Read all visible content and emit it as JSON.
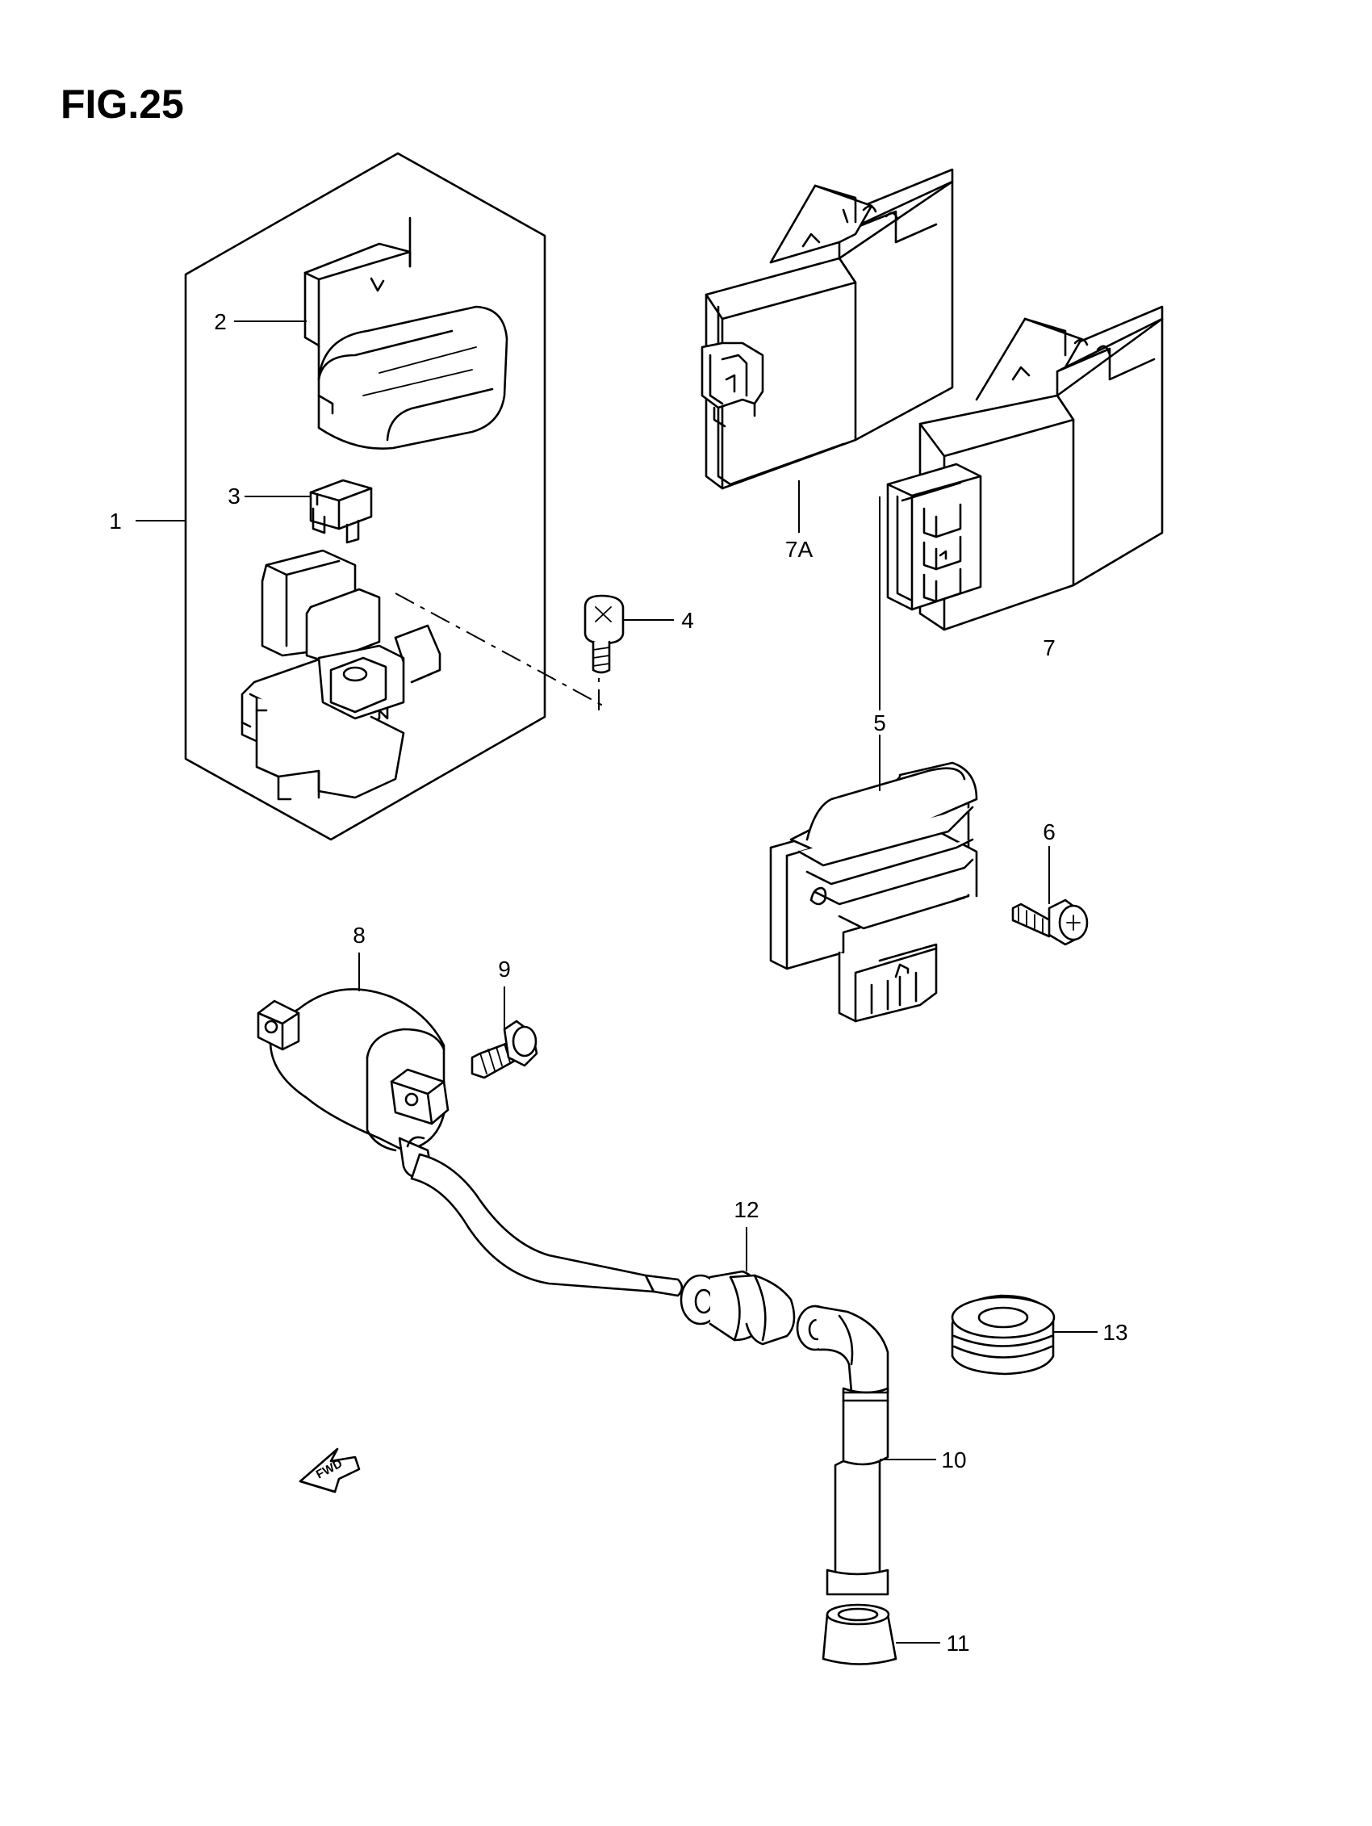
{
  "figure": {
    "title": "FIG.25"
  },
  "callouts": {
    "c1": "1",
    "c2": "2",
    "c3": "3",
    "c4": "4",
    "c5": "5",
    "c6": "6",
    "c7": "7",
    "c7a": "7A",
    "c8": "8",
    "c9": "9",
    "c10": "10",
    "c11": "11",
    "c12": "12",
    "c13": "13"
  },
  "direction_marker": {
    "label": "FWD",
    "icon": "fwd-arrow-icon"
  }
}
